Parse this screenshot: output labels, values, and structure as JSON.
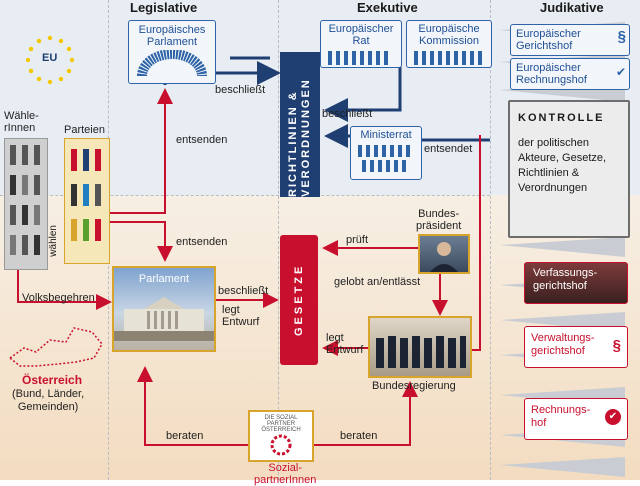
{
  "columns": {
    "legislative": "Legislative",
    "executive": "Exekutive",
    "judicative": "Judikative"
  },
  "eu": {
    "label": "EU"
  },
  "voters": {
    "title": "Wähle-\nrInnen",
    "wahlen": "wählen"
  },
  "parties": {
    "title": "Parteien"
  },
  "ep": {
    "label": "Europäisches Parlament"
  },
  "er": {
    "label": "Europäischer Rat"
  },
  "ek": {
    "label": "Europäische Kommission"
  },
  "richtlinien": {
    "label": "RICHTLINIEN & VERORDNUNGEN"
  },
  "ministerrat": {
    "label": "Ministerrat"
  },
  "gesetze": {
    "label": "GESETZE"
  },
  "parlament": {
    "label": "Parlament"
  },
  "bundespraesident": {
    "label": "Bundes-\npräsident"
  },
  "bundesregierung": {
    "label": "Bundesregierung"
  },
  "sozialpartner": {
    "label": "Sozial-\npartnerInnen",
    "logo_text": "DIE SOZIAL PARTNER ÖSTERREICH"
  },
  "oesterreich": {
    "title": "Österreich",
    "sub": "(Bund, Länder,\nGemeinden)"
  },
  "arrows": {
    "beschliesst_ep": "beschließt",
    "beschliesst_mr": "beschließt",
    "entsendet": "entsendet",
    "entsenden_1": "entsenden",
    "entsenden_2": "entsenden",
    "volksbegehren": "Volksbegehren",
    "parl_beschliesst": "beschließt",
    "parl_legt_entwurf": "legt\nEntwurf",
    "prueft": "prüft",
    "gelobt": "gelobt an/entlässt",
    "reg_legt_entwurf": "legt\nEntwurf",
    "beraten_1": "beraten",
    "beraten_2": "beraten"
  },
  "judikative": {
    "eugh": "Europäischer Gerichtshof",
    "eurh": "Europäischer Rechnungshof",
    "kontrolle_title": "KONTROLLE",
    "kontrolle_text": "der politischen Akteure, Gesetze, Richtlinien & Verordnungen",
    "vfgh": "Verfassungs-\ngerichtshof",
    "vwgh": "Verwaltungs-\ngerichtshof",
    "rh": "Rechnungs-\nhof",
    "para": "§"
  },
  "colors": {
    "navy": "#1f3f73",
    "red": "#c8102e",
    "blue": "#2e63a7",
    "gold": "#d9a42c"
  }
}
